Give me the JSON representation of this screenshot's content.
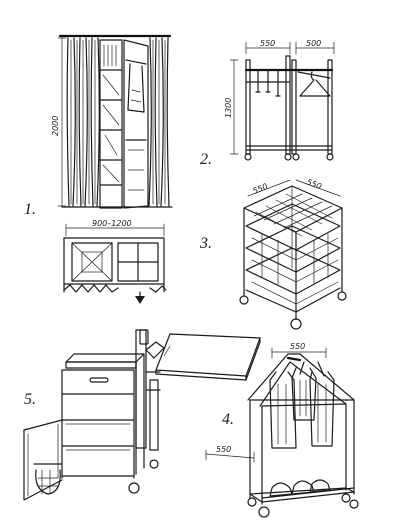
{
  "figures": [
    {
      "number": "1.",
      "dims": {
        "height": "2000",
        "width": "900–1200"
      }
    },
    {
      "number": "2.",
      "dims": {
        "height": "1300",
        "width_a": "550",
        "width_b": "500"
      }
    },
    {
      "number": "3.",
      "dims": {
        "depth": "550",
        "width": "550"
      }
    },
    {
      "number": "4.",
      "dims": {
        "width": "550",
        "depth": "550"
      }
    },
    {
      "number": "5."
    }
  ]
}
